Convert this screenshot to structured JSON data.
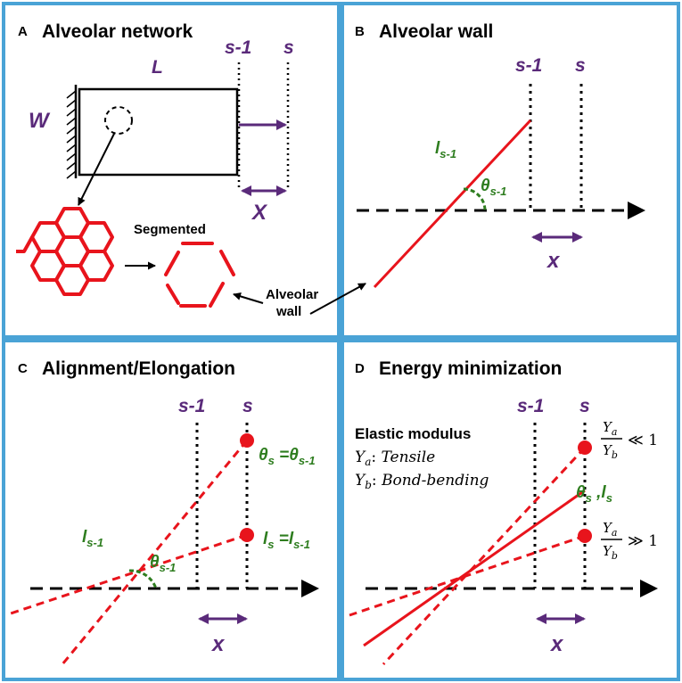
{
  "panels": {
    "a": {
      "letter": "A",
      "title": "Alveolar network",
      "label_L": "L",
      "label_W": "W",
      "label_s1": "s-1",
      "label_s": "s",
      "label_X": "X",
      "segmented": "Segmented",
      "alveolar_wall_1": "Alveolar",
      "alveolar_wall_2": "wall"
    },
    "b": {
      "letter": "B",
      "title": "Alveolar wall",
      "label_s1": "s-1",
      "label_s": "s",
      "label_l": "l",
      "label_l_sub": "s-1",
      "label_theta": "θ",
      "label_theta_sub": "s-1",
      "label_x": "x"
    },
    "c": {
      "letter": "C",
      "title": "Alignment/Elongation",
      "label_s1": "s-1",
      "label_s": "s",
      "theta_eq": "θs =θs-1",
      "l_eq": "ls =ls-1",
      "label_l": "l",
      "label_l_sub": "s-1",
      "label_theta": "θ",
      "label_theta_sub": "s-1",
      "label_x": "x"
    },
    "d": {
      "letter": "D",
      "title": "Energy minimization",
      "label_s1": "s-1",
      "label_s": "s",
      "elastic": "Elastic modulus",
      "ya": "Yₐ: Tensile",
      "yb": "Y_b: Bond-bending",
      "theta_l": "θs ,ls",
      "ratio_num": "Yₐ",
      "ratio_den": "Y_b",
      "ll": "≪ 1",
      "gg": "≫ 1",
      "label_x": "x"
    }
  },
  "colors": {
    "frame": "#4aa3d6",
    "red": "#e8141c",
    "purple": "#5a2a7a",
    "green": "#2e7d1f"
  }
}
